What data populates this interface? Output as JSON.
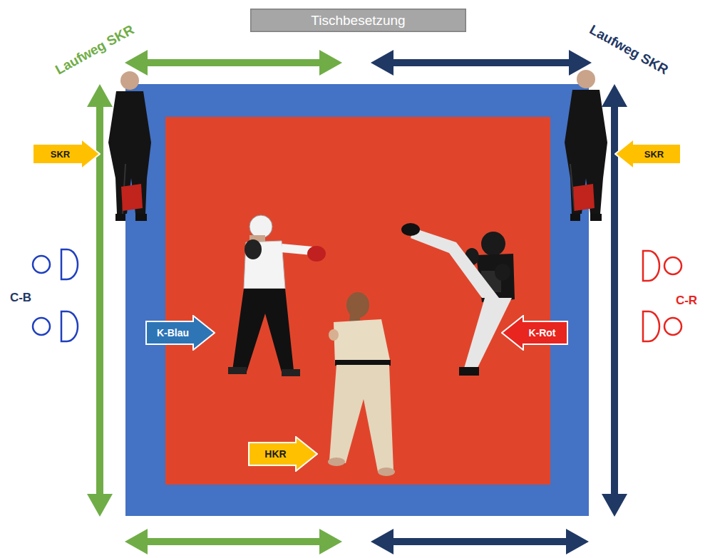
{
  "diagram": {
    "nodes": [
      {
        "text": [
          "Tischbesetzung"
        ]
      },
      {
        "text": [
          "SKR"
        ]
      },
      {
        "text": [
          "SKR"
        ]
      },
      {
        "text": [
          "K-Blau"
        ]
      },
      {
        "text": [
          "K-Rot"
        ]
      },
      {
        "text": [
          "HKR"
        ]
      }
    ],
    "labels": [
      "Laufweg SKR",
      "Laufweg SKR",
      "C-B",
      "C-R"
    ]
  }
}
